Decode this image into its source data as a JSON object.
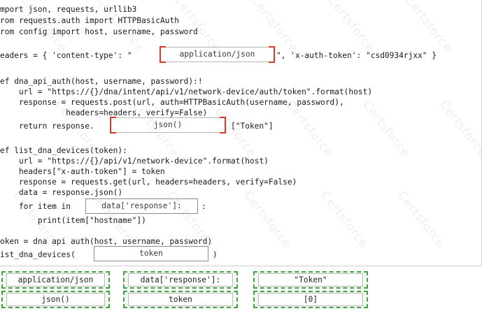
{
  "code": {
    "lines": [
      "mport json, requests, urllib3",
      "rom requests.auth import HTTPBasicAuth",
      "rom config import host, username, password",
      "",
      "eaders = { 'content-type': \"",
      "\", 'x-auth-token': \"csd0934rjxx\" }",
      "ef dna_api_auth(host, username, password):!",
      "    url = \"https://{}/dna/intent/api/v1/network-device/auth/token\".format(host)",
      "    response = requests.post(url, auth=HTTPBasicAuth(username, password),",
      "              headers=headers, verify=False)",
      "    return response.",
      "[\"Token\"]",
      "ef list_dna_devices(token):",
      "    url = \"https://{}/api/v1/network-device\".format(host)",
      "    headers[\"x-auth-token\"] = token",
      "    response = requests.get(url, headers=headers, verify=False)",
      "    data = response.json()",
      "    for item in",
      ":",
      "        print(item[\"hostname\"])",
      "oken = dna api auth(host, username, password)",
      "ist_dna_devices(",
      ")"
    ]
  },
  "slots": {
    "content_type": "application/json",
    "token_method": "json()",
    "loop_source": "data['response']:",
    "call_arg": "token"
  },
  "choices": [
    "application/json",
    "data['response']:",
    "\"Token\"",
    "json()",
    "token",
    "[0]"
  ],
  "watermark": "Certsforce",
  "colors": {
    "slot_marker": "#d43a2a",
    "choice_border": "#41a33f"
  }
}
